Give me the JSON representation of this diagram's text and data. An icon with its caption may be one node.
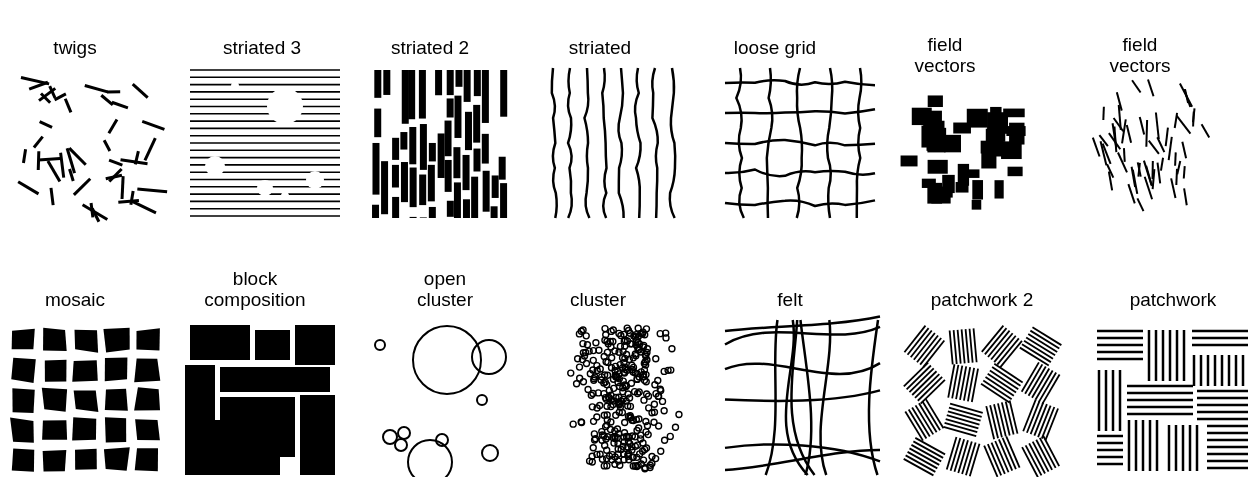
{
  "diagram": {
    "labels": [
      "twigs",
      "striated 3",
      "striated 2",
      "striated",
      "loose grid",
      "field vectors",
      "field vectors",
      "mosaic",
      "block composition",
      "open cluster",
      "cluster",
      "felt",
      "patchwork 2",
      "patchwork"
    ]
  }
}
